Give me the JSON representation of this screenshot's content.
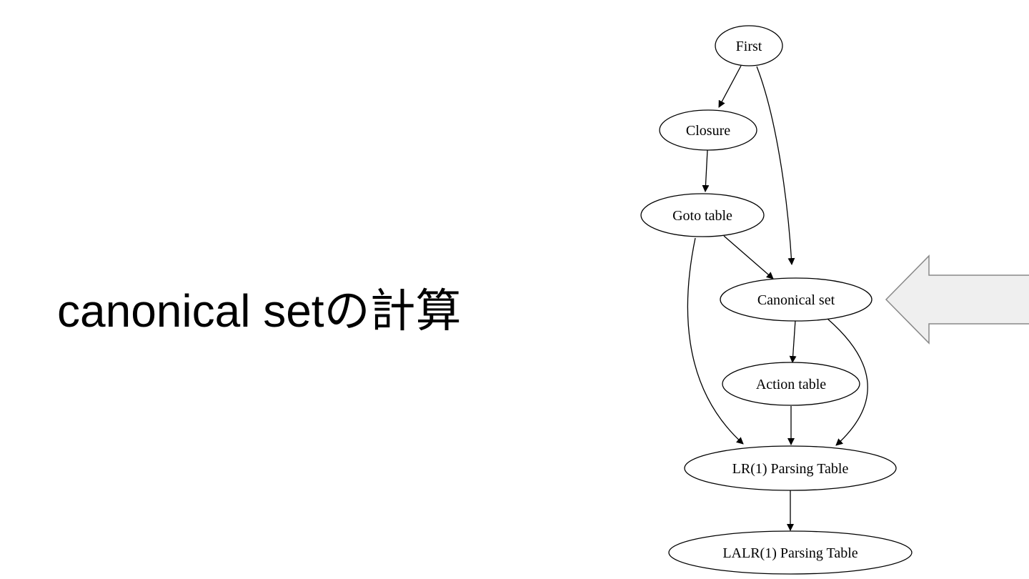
{
  "slide": {
    "title": "canonical setの計算"
  },
  "diagram": {
    "nodes": [
      {
        "id": "first",
        "label": "First"
      },
      {
        "id": "closure",
        "label": "Closure"
      },
      {
        "id": "goto",
        "label": "Goto table"
      },
      {
        "id": "canonical",
        "label": "Canonical set"
      },
      {
        "id": "action",
        "label": "Action table"
      },
      {
        "id": "lr1",
        "label": "LR(1) Parsing Table"
      },
      {
        "id": "lalr1",
        "label": "LALR(1) Parsing Table"
      }
    ],
    "edges": [
      {
        "from": "first",
        "to": "closure"
      },
      {
        "from": "first",
        "to": "canonical"
      },
      {
        "from": "closure",
        "to": "goto"
      },
      {
        "from": "goto",
        "to": "canonical"
      },
      {
        "from": "goto",
        "to": "lr1"
      },
      {
        "from": "canonical",
        "to": "action"
      },
      {
        "from": "canonical",
        "to": "lr1"
      },
      {
        "from": "action",
        "to": "lr1"
      },
      {
        "from": "lr1",
        "to": "lalr1"
      }
    ],
    "highlight_arrow": {
      "points_to": "canonical",
      "fill": "#efefef",
      "stroke": "#888888"
    }
  }
}
